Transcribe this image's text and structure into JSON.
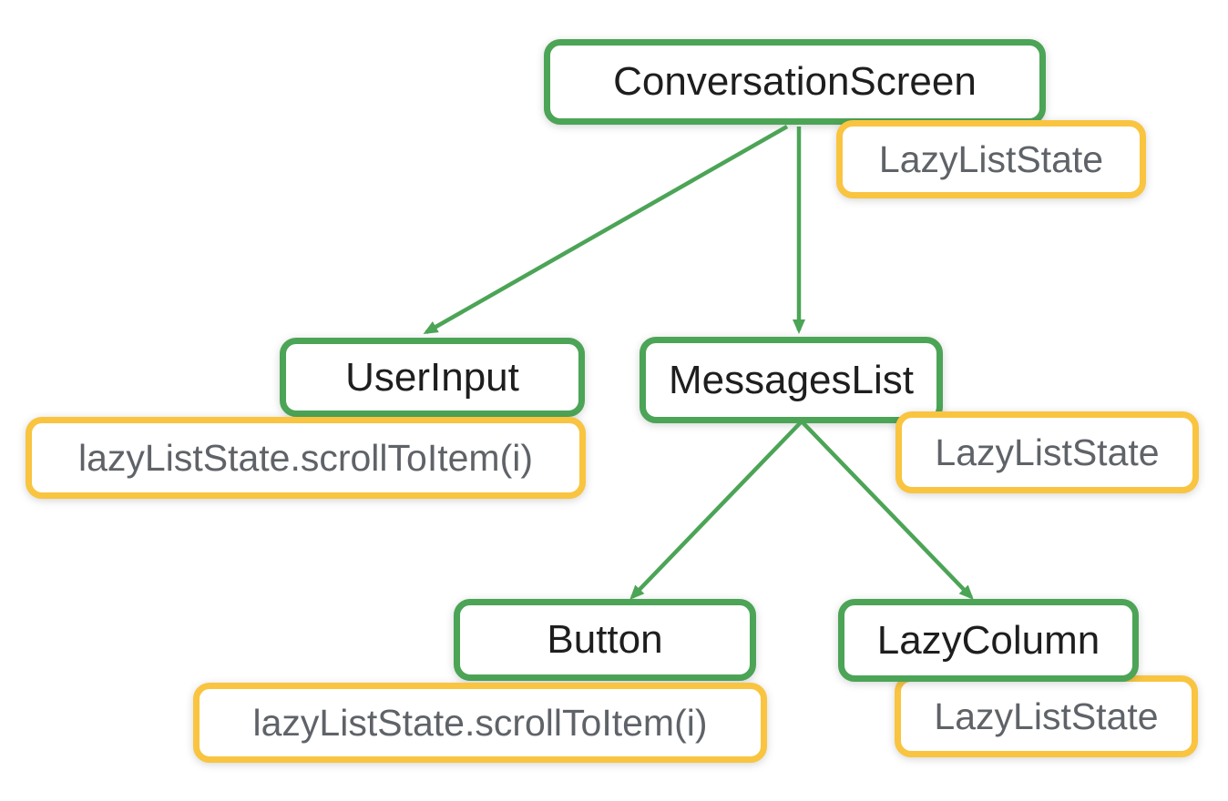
{
  "diagram": {
    "type": "tree",
    "colors": {
      "composable_border": "#4CA456",
      "state_border": "#F9C440",
      "composable_text": "#1E1E1E",
      "state_text": "#5F6368",
      "arrow": "#4CA456",
      "canvas_bg": "#FFFFFF"
    },
    "composables": {
      "conversation_screen": {
        "label": "ConversationScreen"
      },
      "user_input": {
        "label": "UserInput"
      },
      "messages_list": {
        "label": "MessagesList"
      },
      "button": {
        "label": "Button"
      },
      "lazy_column": {
        "label": "LazyColumn"
      }
    },
    "states": {
      "conversation_screen": {
        "label": "LazyListState"
      },
      "user_input": {
        "label": "lazyListState.scrollToItem(i)"
      },
      "messages_list": {
        "label": "LazyListState"
      },
      "button": {
        "label": "lazyListState.scrollToItem(i)"
      },
      "lazy_column": {
        "label": "LazyListState"
      }
    },
    "edges": [
      {
        "from": "ConversationScreen",
        "to": "UserInput"
      },
      {
        "from": "ConversationScreen",
        "to": "MessagesList"
      },
      {
        "from": "MessagesList",
        "to": "Button"
      },
      {
        "from": "MessagesList",
        "to": "LazyColumn"
      }
    ]
  }
}
